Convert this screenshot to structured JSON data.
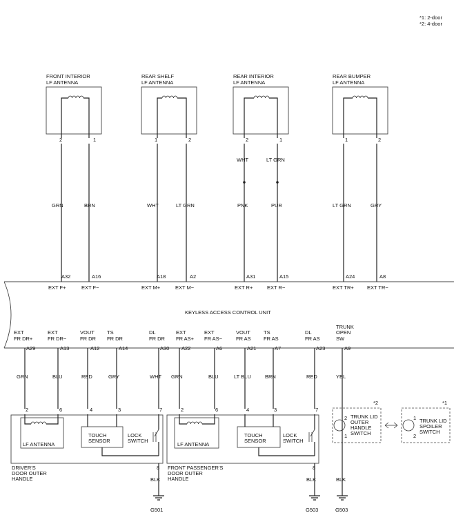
{
  "notes": {
    "note1": "*1: 2-door",
    "note2": "*2: 4-door"
  },
  "antennas": [
    {
      "title1": "FRONT INTERIOR",
      "title2": "LF ANTENNA",
      "pin_left": "2",
      "pin_right": "1",
      "wire_left": "GRN",
      "wire_right": "BRN",
      "term_left": "A32",
      "term_right": "A16",
      "sig_left": "EXT F+",
      "sig_right": "EXT F−"
    },
    {
      "title1": "REAR SHELF",
      "title2": "LF ANTENNA",
      "pin_left": "1",
      "pin_right": "2",
      "wire_left": "WHT",
      "wire_right": "LT GRN",
      "term_left": "A18",
      "term_right": "A2",
      "sig_left": "EXT M+",
      "sig_right": "EXT M−"
    },
    {
      "title1": "REAR INTERIOR",
      "title2": "LF ANTENNA",
      "pin_left": "2",
      "pin_right": "1",
      "wire_left": "PNK",
      "wire_right": "PUR",
      "upper_left": "WHT",
      "upper_right": "LT GRN",
      "term_left": "A31",
      "term_right": "A15",
      "sig_left": "EXT R+",
      "sig_right": "EXT R−"
    },
    {
      "title1": "REAR BUMPER",
      "title2": "LF ANTENNA",
      "pin_left": "1",
      "pin_right": "2",
      "wire_left": "LT GRN",
      "wire_right": "GRY",
      "term_left": "A24",
      "term_right": "A8",
      "sig_left": "EXT TR+",
      "sig_right": "EXT TR−"
    }
  ],
  "unit_label": "KEYLESS ACCESS CONTROL UNIT",
  "bottom_terminals": [
    {
      "sig1": "EXT",
      "sig2": "FR DR+",
      "term": "A29",
      "wire": "GRN",
      "pin": "2"
    },
    {
      "sig1": "EXT",
      "sig2": "FR DR−",
      "term": "A13",
      "wire": "BLU",
      "pin": "6"
    },
    {
      "sig1": "VOUT",
      "sig2": "FR DR",
      "term": "A12",
      "wire": "RED",
      "pin": "4"
    },
    {
      "sig1": "TS",
      "sig2": "FR DR",
      "term": "A14",
      "wire": "GRY",
      "pin": "3"
    },
    {
      "sig1": "DL",
      "sig2": "FR DR",
      "term": "A30",
      "wire": "WHT",
      "pin": "7"
    },
    {
      "sig1": "EXT",
      "sig2": "FR AS+",
      "term": "A22",
      "wire": "GRN",
      "pin": "2"
    },
    {
      "sig1": "EXT",
      "sig2": "FR AS−",
      "term": "A6",
      "wire": "BLU",
      "pin": "6"
    },
    {
      "sig1": "VOUT",
      "sig2": "FR AS",
      "term": "A21",
      "wire": "LT BLU",
      "pin": "4"
    },
    {
      "sig1": "TS",
      "sig2": "FR AS",
      "term": "A7",
      "wire": "BRN",
      "pin": "3"
    },
    {
      "sig1": "DL",
      "sig2": "FR AS",
      "term": "A23",
      "wire": "RED",
      "pin": "7"
    }
  ],
  "trunk": {
    "sig1": "TRUNK",
    "sig2": "OPEN",
    "sig3": "SW",
    "term": "A9",
    "wire": "YEL",
    "ground_wire": "BLK",
    "ground": "G503"
  },
  "door_handles": [
    {
      "antenna": "LF ANTENNA",
      "sensor1": "TOUCH",
      "sensor2": "SENSOR",
      "lock1": "LOCK",
      "lock2": "SWITCH",
      "pin": "8",
      "ground_wire": "BLK",
      "ground": "G501",
      "title1": "DRIVER'S",
      "title2": "DOOR OUTER",
      "title3": "HANDLE"
    },
    {
      "antenna": "LF ANTENNA",
      "sensor1": "TOUCH",
      "sensor2": "SENSOR",
      "lock1": "LOCK",
      "lock2": "SWITCH",
      "pin": "8",
      "ground_wire": "BLK",
      "ground": "G503",
      "title1": "FRONT PASSENGER'S",
      "title2": "DOOR OUTER",
      "title3": "HANDLE"
    }
  ],
  "trunk_switches": [
    {
      "mark": "*2",
      "l1": "TRUNK LID",
      "l2": "OUTER",
      "l3": "HANDLE",
      "l4": "SWITCH",
      "pin_top": "2",
      "pin_bottom": "1"
    },
    {
      "mark": "*1",
      "l1": "TRUNK LID",
      "l2": "SPOILER",
      "l3": "SWITCH",
      "pin_top": "1",
      "pin_bottom": "2"
    }
  ]
}
